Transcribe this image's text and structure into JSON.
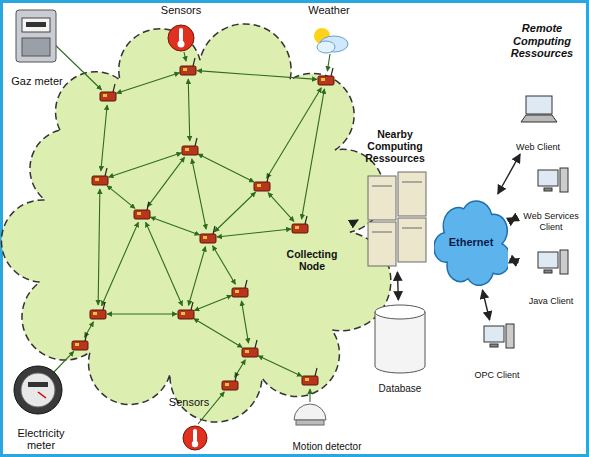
{
  "diagram": {
    "nodes": [
      {
        "text": [
          "Sensors"
        ]
      },
      {
        "text": [
          "Weather"
        ]
      },
      {
        "text": [
          "Gaz meter"
        ]
      },
      {
        "text": [
          "Web Client"
        ]
      },
      {
        "text": [
          "Web Services Client"
        ]
      },
      {
        "text": [
          "Nearby Computing Ressources"
        ]
      },
      {
        "text": [
          "Ethernet"
        ]
      },
      {
        "text": [
          "Collecting Node"
        ]
      },
      {
        "text": [
          "Java Client"
        ]
      },
      {
        "text": [
          "OPC Client"
        ]
      },
      {
        "text": [
          "Database"
        ]
      },
      {
        "text": [
          "Sensors"
        ]
      },
      {
        "text": [
          "Electricity meter"
        ]
      },
      {
        "text": [
          "Motion detector"
        ]
      }
    ],
    "edges": [
      {
        "from": 7,
        "to": 5,
        "arrow": "to"
      },
      {
        "from": 5,
        "to": 10,
        "arrow": "both"
      },
      {
        "from": 5,
        "to": 6,
        "arrow": "none"
      },
      {
        "from": 6,
        "to": 3,
        "arrow": "both"
      },
      {
        "from": 6,
        "to": 4,
        "arrow": "both"
      },
      {
        "from": 6,
        "to": 8,
        "arrow": "both"
      },
      {
        "from": 6,
        "to": 9,
        "arrow": "both"
      }
    ],
    "labels": [
      "Remote Computing Ressources"
    ]
  }
}
